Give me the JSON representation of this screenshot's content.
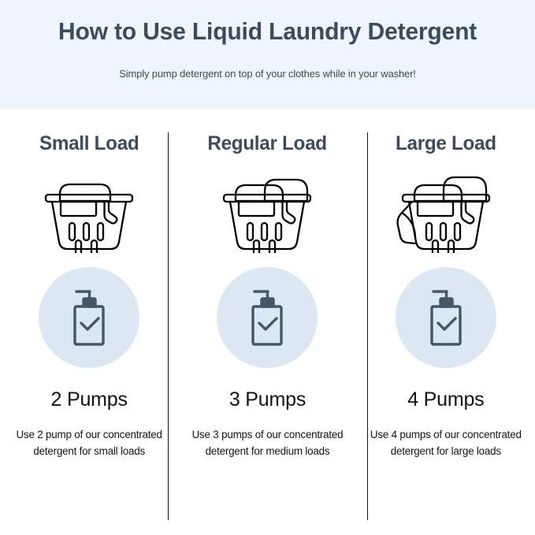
{
  "header": {
    "title": "How to Use Liquid Laundry Detergent",
    "subtitle": "Simply pump detergent on top of your clothes while in your washer!",
    "band_color": "#eef5fd",
    "title_color": "#3c4c5e",
    "subtitle_color": "#3f4a55"
  },
  "theme": {
    "background": "#ffffff",
    "circle_fill": "#dbe8f4",
    "icon_stroke": "#000000",
    "bottle_stroke": "#455667",
    "divider_color": "#111418",
    "text_color": "#111418"
  },
  "columns": [
    {
      "heading": "Small Load",
      "basket_icon": "laundry-basket-small-icon",
      "bottle_icon": "pump-bottle-check-icon",
      "pump_count": "2 Pumps",
      "pumps": 2,
      "description": "Use 2 pump of our concentrated detergent for small loads"
    },
    {
      "heading": "Regular Load",
      "basket_icon": "laundry-basket-regular-icon",
      "bottle_icon": "pump-bottle-check-icon",
      "pump_count": "3 Pumps",
      "pumps": 3,
      "description": "Use 3 pumps of our concentrated detergent for medium loads"
    },
    {
      "heading": "Large Load",
      "basket_icon": "laundry-basket-large-icon",
      "bottle_icon": "pump-bottle-check-icon",
      "pump_count": "4 Pumps",
      "pumps": 4,
      "description": "Use 4 pumps of our concentrated detergent for large loads"
    }
  ]
}
